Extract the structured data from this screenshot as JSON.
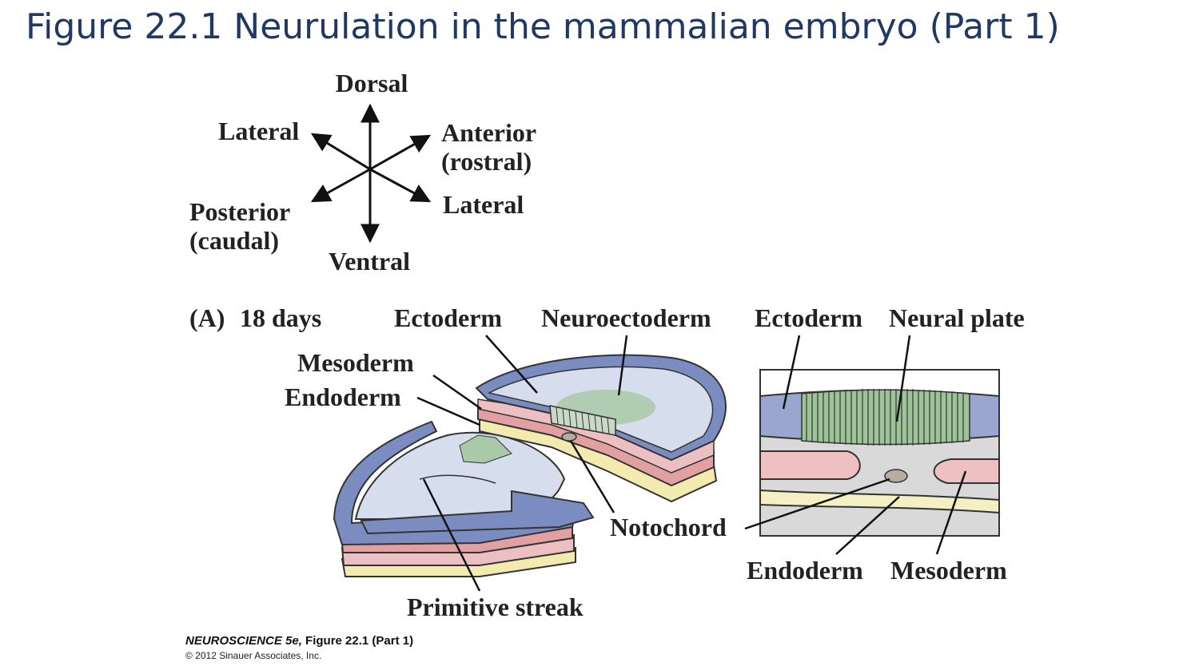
{
  "title": "Figure 22.1  Neurulation in the mammalian embryo (Part 1)",
  "orientation": {
    "dorsal": "Dorsal",
    "ventral": "Ventral",
    "lateral_left": "Lateral",
    "lateral_right": "Lateral",
    "anterior": "Anterior",
    "anterior_sub": "(rostral)",
    "posterior": "Posterior",
    "posterior_sub": "(caudal)"
  },
  "panel": {
    "letter": "(A)",
    "stage": "18 days"
  },
  "embryo_labels": {
    "ectoderm": "Ectoderm",
    "neuroectoderm": "Neuroectoderm",
    "mesoderm": "Mesoderm",
    "endoderm": "Endoderm",
    "notochord": "Notochord",
    "primitive_streak": "Primitive streak"
  },
  "section_labels": {
    "ectoderm": "Ectoderm",
    "neural_plate": "Neural plate",
    "endoderm": "Endoderm",
    "mesoderm": "Mesoderm"
  },
  "credit": {
    "book": "NEUROSCIENCE 5e,",
    "figure": "Figure 22.1 (Part 1)",
    "copyright": "© 2012 Sinauer Associates, Inc."
  },
  "colors": {
    "title": "#1f3864",
    "ectoderm_blue": "#7b8dc0",
    "surface_light": "#d6deee",
    "neuroectoderm_green": "#a9c9a8",
    "mesoderm_pink": "#e3a0a3",
    "endoderm_yellow": "#f3eab0",
    "notochord_gray": "#b5ae9e"
  }
}
